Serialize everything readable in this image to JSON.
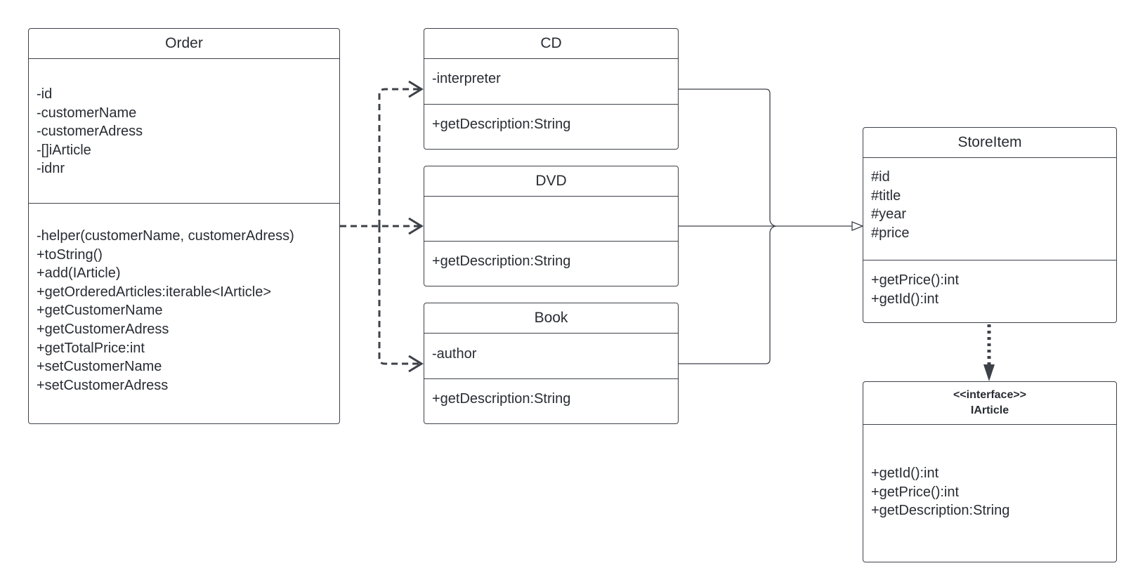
{
  "classes": {
    "order": {
      "name": "Order",
      "attributes": [
        "-id",
        "-customerName",
        "-customerAdress",
        "-[]iArticle",
        "-idnr"
      ],
      "methods": [
        "-helper(customerName, customerAdress)",
        "+toString()",
        "+add(IArticle)",
        "+getOrderedArticles:iterable<IArticle>",
        "+getCustomerName",
        "+getCustomerAdress",
        "+getTotalPrice:int",
        "+setCustomerName",
        "+setCustomerAdress"
      ]
    },
    "cd": {
      "name": "CD",
      "attributes": [
        "-interpreter"
      ],
      "methods": [
        "+getDescription:String"
      ]
    },
    "dvd": {
      "name": "DVD",
      "attributes": [],
      "methods": [
        "+getDescription:String"
      ]
    },
    "book": {
      "name": "Book",
      "attributes": [
        "-author"
      ],
      "methods": [
        "+getDescription:String"
      ]
    },
    "storeitem": {
      "name": "StoreItem",
      "attributes": [
        "#id",
        "#title",
        "#year",
        "#price"
      ],
      "methods": [
        "+getPrice():int",
        "+getId():int"
      ]
    },
    "iarticle": {
      "stereotype": "<<interface>>",
      "name": "IArticle",
      "methods": [
        "+getId():int",
        "+getPrice():int",
        "+getDescription:String"
      ]
    }
  },
  "colors": {
    "line": "#3d4148",
    "text": "#282c33",
    "background": "#ffffff"
  }
}
